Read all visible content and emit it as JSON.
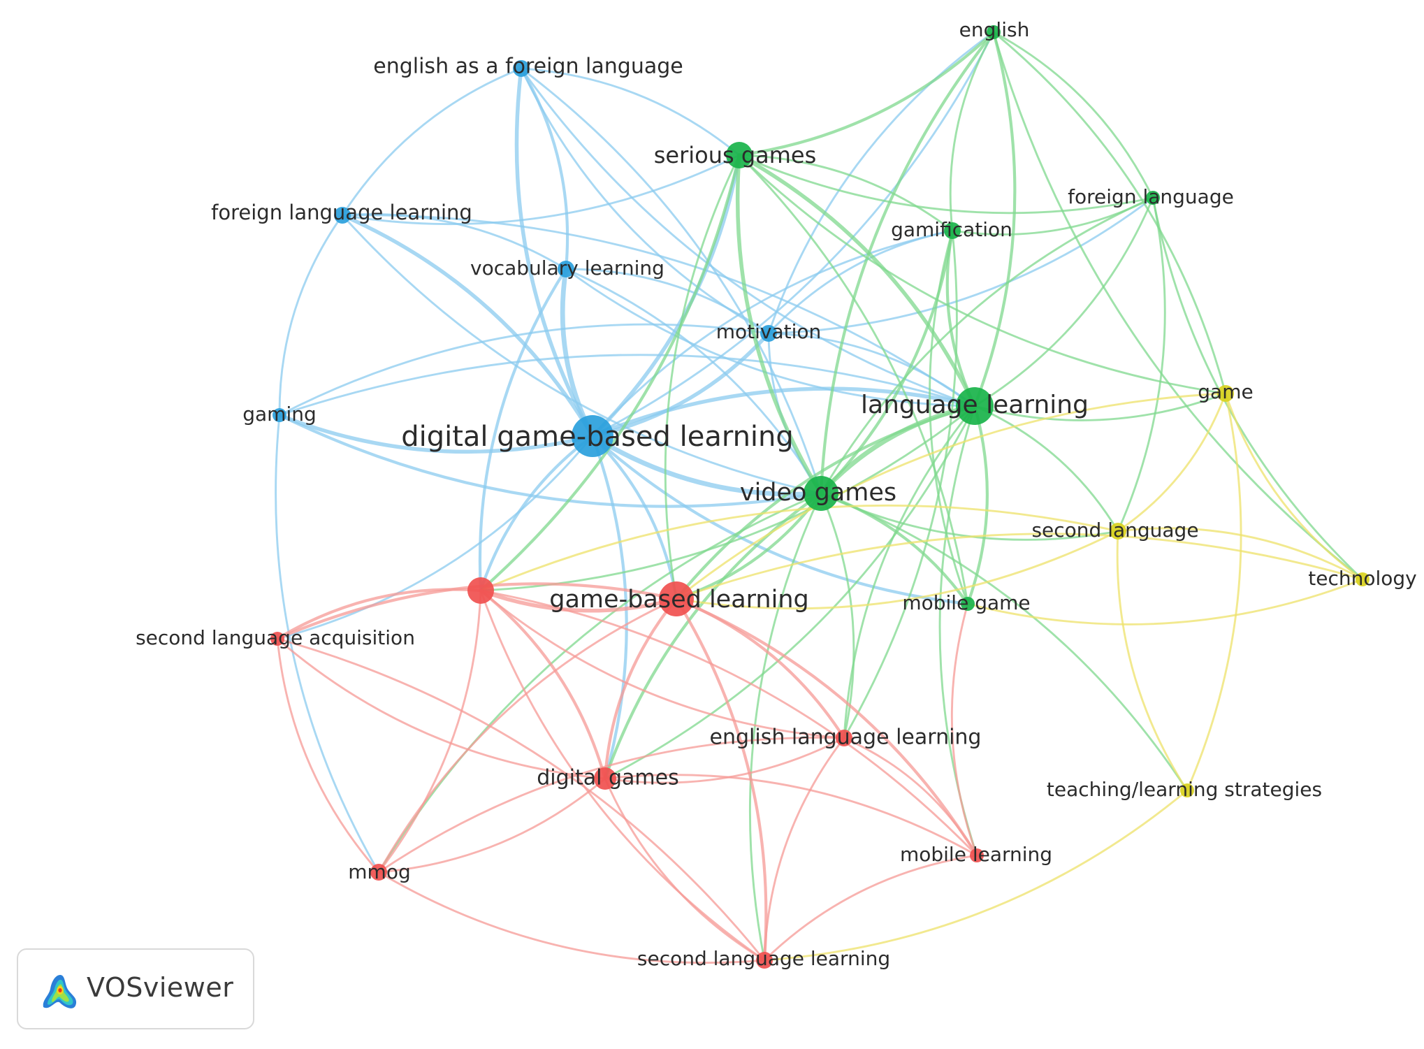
{
  "clusters": {
    "red": "#f0504f",
    "green": "#19b34a",
    "blue": "#2a9fdc",
    "yellow": "#d9d11e"
  },
  "link_colors": {
    "red": "#f59a96",
    "green": "#7fd88d",
    "blue": "#8bcbef",
    "yellow": "#eee26a"
  },
  "nodes": [
    {
      "id": "dgbl",
      "label": "digital game-based learning",
      "cluster": "blue",
      "weight": 5
    },
    {
      "id": "eafl",
      "label": "english as a foreign language",
      "cluster": "blue",
      "weight": 2
    },
    {
      "id": "fll",
      "label": "foreign language learning",
      "cluster": "blue",
      "weight": 2
    },
    {
      "id": "vocab",
      "label": "vocabulary learning",
      "cluster": "blue",
      "weight": 2
    },
    {
      "id": "motiv",
      "label": "motivation",
      "cluster": "blue",
      "weight": 2
    },
    {
      "id": "gaming",
      "label": "gaming",
      "cluster": "blue",
      "weight": 1.5
    },
    {
      "id": "serious",
      "label": "serious games",
      "cluster": "green",
      "weight": 3
    },
    {
      "id": "english",
      "label": "english",
      "cluster": "green",
      "weight": 1.5
    },
    {
      "id": "fl",
      "label": "foreign language",
      "cluster": "green",
      "weight": 1.5
    },
    {
      "id": "gamif",
      "label": "gamification",
      "cluster": "green",
      "weight": 2
    },
    {
      "id": "langlearn",
      "label": "language learning",
      "cluster": "green",
      "weight": 4.5
    },
    {
      "id": "video",
      "label": "video games",
      "cluster": "green",
      "weight": 4
    },
    {
      "id": "mobgame",
      "label": "mobile game",
      "cluster": "green",
      "weight": 1.5
    },
    {
      "id": "game",
      "label": "game",
      "cluster": "yellow",
      "weight": 2
    },
    {
      "id": "secondlang",
      "label": "second language",
      "cluster": "yellow",
      "weight": 2
    },
    {
      "id": "tech",
      "label": "technology",
      "cluster": "yellow",
      "weight": 1.5
    },
    {
      "id": "tls",
      "label": "teaching/learning strategies",
      "cluster": "yellow",
      "weight": 1.5
    },
    {
      "id": "gbl",
      "label": "game-based learning",
      "cluster": "red",
      "weight": 4
    },
    {
      "id": "unlabeled",
      "label": "",
      "cluster": "red",
      "weight": 3
    },
    {
      "id": "sla",
      "label": "second language acquisition",
      "cluster": "red",
      "weight": 1.5
    },
    {
      "id": "ell",
      "label": "english language learning",
      "cluster": "red",
      "weight": 2
    },
    {
      "id": "digigames",
      "label": "digital games",
      "cluster": "red",
      "weight": 2.5
    },
    {
      "id": "mobilelearning",
      "label": "mobile learning",
      "cluster": "red",
      "weight": 1.5
    },
    {
      "id": "mmog",
      "label": "mmog",
      "cluster": "red",
      "weight": 2
    },
    {
      "id": "sll",
      "label": "second language learning",
      "cluster": "red",
      "weight": 2
    }
  ],
  "links": [
    [
      "dgbl",
      "eafl",
      3
    ],
    [
      "dgbl",
      "fll",
      3
    ],
    [
      "dgbl",
      "vocab",
      4
    ],
    [
      "dgbl",
      "motiv",
      3
    ],
    [
      "dgbl",
      "gaming",
      3
    ],
    [
      "dgbl",
      "serious",
      3
    ],
    [
      "dgbl",
      "langlearn",
      3
    ],
    [
      "dgbl",
      "video",
      4
    ],
    [
      "dgbl",
      "gbl",
      2
    ],
    [
      "dgbl",
      "unlabeled",
      2
    ],
    [
      "dgbl",
      "digigames",
      2
    ],
    [
      "dgbl",
      "english",
      1
    ],
    [
      "dgbl",
      "gamif",
      1
    ],
    [
      "dgbl",
      "mobgame",
      2
    ],
    [
      "dgbl",
      "sla",
      1
    ],
    [
      "eafl",
      "fll",
      1
    ],
    [
      "eafl",
      "vocab",
      2
    ],
    [
      "eafl",
      "motiv",
      1
    ],
    [
      "eafl",
      "serious",
      1
    ],
    [
      "eafl",
      "langlearn",
      1
    ],
    [
      "eafl",
      "video",
      1
    ],
    [
      "fll",
      "gaming",
      1
    ],
    [
      "fll",
      "vocab",
      1
    ],
    [
      "fll",
      "serious",
      1
    ],
    [
      "fll",
      "langlearn",
      1
    ],
    [
      "fll",
      "video",
      1
    ],
    [
      "vocab",
      "motiv",
      1
    ],
    [
      "vocab",
      "langlearn",
      1
    ],
    [
      "vocab",
      "video",
      1
    ],
    [
      "vocab",
      "unlabeled",
      2
    ],
    [
      "motiv",
      "langlearn",
      1
    ],
    [
      "motiv",
      "video",
      1
    ],
    [
      "motiv",
      "gamif",
      1
    ],
    [
      "motiv",
      "fl",
      1
    ],
    [
      "motiv",
      "english",
      1
    ],
    [
      "gaming",
      "video",
      2
    ],
    [
      "gaming",
      "langlearn",
      1
    ],
    [
      "gaming",
      "mmog",
      1
    ],
    [
      "gaming",
      "motiv",
      1
    ],
    [
      "serious",
      "english",
      2
    ],
    [
      "serious",
      "langlearn",
      3
    ],
    [
      "serious",
      "video",
      3
    ],
    [
      "serious",
      "gamif",
      1
    ],
    [
      "serious",
      "fl",
      1
    ],
    [
      "serious",
      "mobgame",
      1
    ],
    [
      "serious",
      "game",
      1
    ],
    [
      "serious",
      "unlabeled",
      2
    ],
    [
      "serious",
      "gbl",
      1
    ],
    [
      "english",
      "langlearn",
      2
    ],
    [
      "english",
      "video",
      2
    ],
    [
      "english",
      "fl",
      1
    ],
    [
      "english",
      "gamif",
      1
    ],
    [
      "english",
      "game",
      1
    ],
    [
      "english",
      "tech",
      1
    ],
    [
      "fl",
      "langlearn",
      1
    ],
    [
      "fl",
      "video",
      1
    ],
    [
      "fl",
      "gamif",
      1
    ],
    [
      "fl",
      "tech",
      1
    ],
    [
      "fl",
      "secondlang",
      1
    ],
    [
      "gamif",
      "langlearn",
      2
    ],
    [
      "gamif",
      "video",
      2
    ],
    [
      "gamif",
      "mobgame",
      1
    ],
    [
      "gamif",
      "ell",
      1
    ],
    [
      "langlearn",
      "video",
      4
    ],
    [
      "langlearn",
      "mobgame",
      2
    ],
    [
      "langlearn",
      "game",
      1
    ],
    [
      "langlearn",
      "secondlang",
      1
    ],
    [
      "langlearn",
      "gbl",
      2
    ],
    [
      "langlearn",
      "unlabeled",
      1
    ],
    [
      "langlearn",
      "ell",
      1
    ],
    [
      "langlearn",
      "digigames",
      1
    ],
    [
      "langlearn",
      "mobilelearning",
      1
    ],
    [
      "video",
      "mobgame",
      2
    ],
    [
      "video",
      "secondlang",
      1
    ],
    [
      "video",
      "gbl",
      2
    ],
    [
      "video",
      "digigames",
      2
    ],
    [
      "video",
      "ell",
      1
    ],
    [
      "video",
      "sll",
      1
    ],
    [
      "video",
      "tls",
      1
    ],
    [
      "video",
      "mmog",
      1
    ],
    [
      "game",
      "secondlang",
      1
    ],
    [
      "game",
      "tech",
      1
    ],
    [
      "game",
      "tls",
      1
    ],
    [
      "game",
      "gbl",
      1
    ],
    [
      "secondlang",
      "tech",
      1
    ],
    [
      "secondlang",
      "tls",
      1
    ],
    [
      "secondlang",
      "gbl",
      1
    ],
    [
      "secondlang",
      "unlabeled",
      1
    ],
    [
      "tech",
      "mobgame",
      1
    ],
    [
      "tech",
      "gbl",
      1
    ],
    [
      "gbl",
      "unlabeled",
      3
    ],
    [
      "gbl",
      "sla",
      2
    ],
    [
      "gbl",
      "ell",
      2
    ],
    [
      "gbl",
      "digigames",
      2
    ],
    [
      "gbl",
      "mobilelearning",
      2
    ],
    [
      "gbl",
      "mmog",
      1
    ],
    [
      "gbl",
      "sll",
      2
    ],
    [
      "unlabeled",
      "sla",
      2
    ],
    [
      "unlabeled",
      "digigames",
      2
    ],
    [
      "unlabeled",
      "ell",
      1
    ],
    [
      "unlabeled",
      "mmog",
      1
    ],
    [
      "unlabeled",
      "sll",
      1
    ],
    [
      "unlabeled",
      "mobilelearning",
      1
    ],
    [
      "sla",
      "mmog",
      1
    ],
    [
      "sla",
      "sll",
      1
    ],
    [
      "sla",
      "digigames",
      1
    ],
    [
      "ell",
      "digigames",
      1
    ],
    [
      "ell",
      "sll",
      1
    ],
    [
      "ell",
      "mobilelearning",
      1
    ],
    [
      "ell",
      "mmog",
      1
    ],
    [
      "digigames",
      "mobilelearning",
      1
    ],
    [
      "digigames",
      "sll",
      1
    ],
    [
      "digigames",
      "mmog",
      1
    ],
    [
      "mobilelearning",
      "sll",
      1
    ],
    [
      "mobilelearning",
      "mobgame",
      1
    ],
    [
      "mmog",
      "sll",
      1
    ],
    [
      "tls",
      "sll",
      1
    ]
  ],
  "badge": {
    "title": "VOSviewer"
  }
}
